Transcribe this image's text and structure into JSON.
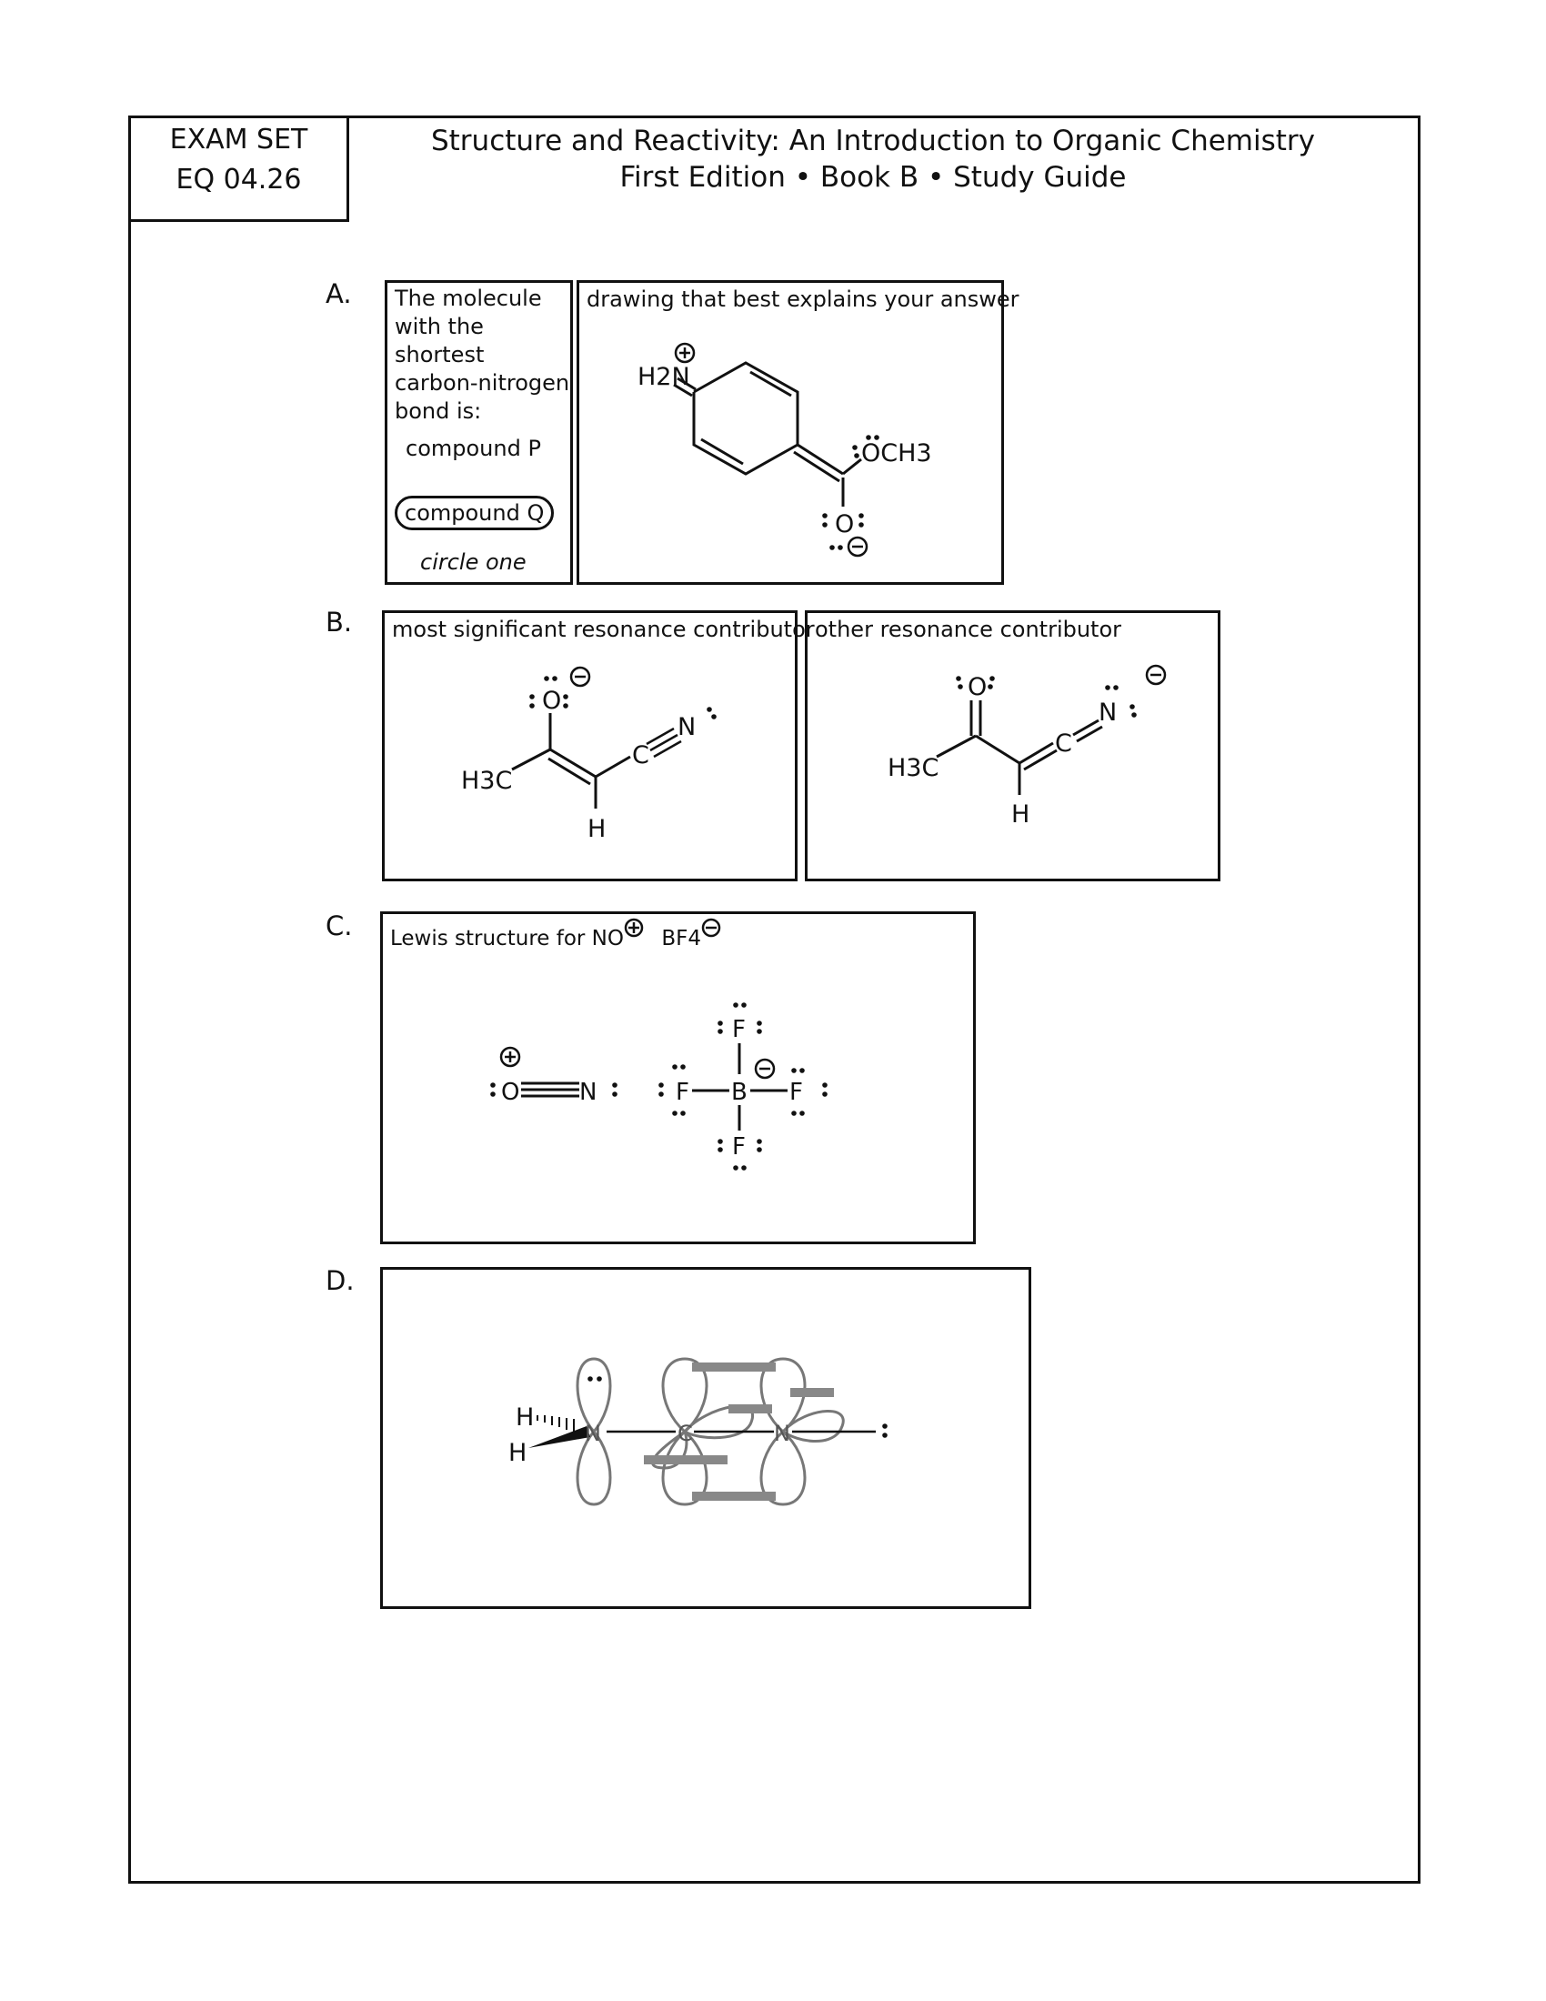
{
  "header": {
    "exam_set_line1": "EXAM SET",
    "exam_set_line2": "EQ 04.26",
    "title_line1": "Structure and Reactivity: An Introduction to Organic Chemistry",
    "title_line2": "First Edition • Book B • Study Guide"
  },
  "part_a": {
    "label": "A.",
    "question": "The molecule with the shortest carbon-nitrogen bond is:",
    "option_1": "compound P",
    "option_2": "compound Q",
    "selected": "compound Q",
    "instruction": "circle one",
    "drawing_label": "drawing that best explains your answer",
    "atoms": {
      "amine": "H2N",
      "ester": "OCH3",
      "oxygen": "O"
    }
  },
  "part_b": {
    "label": "B.",
    "box1_label": "most significant resonance contributor",
    "box2_label": "other resonance contributor",
    "atoms": {
      "methyl": "H3C",
      "hydrogen": "H",
      "oxygen": "O",
      "carbon": "C",
      "nitrogen": "N"
    }
  },
  "part_c": {
    "label": "C.",
    "box_label": "Lewis structure for NO",
    "box_label_2": "BF4",
    "atoms": {
      "oxygen": "O",
      "nitrogen": "N",
      "boron": "B",
      "fluorine": "F"
    }
  },
  "part_d": {
    "label": "D.",
    "atoms": {
      "hydrogen": "H",
      "nitrogen": "N",
      "carbon": "C"
    }
  }
}
